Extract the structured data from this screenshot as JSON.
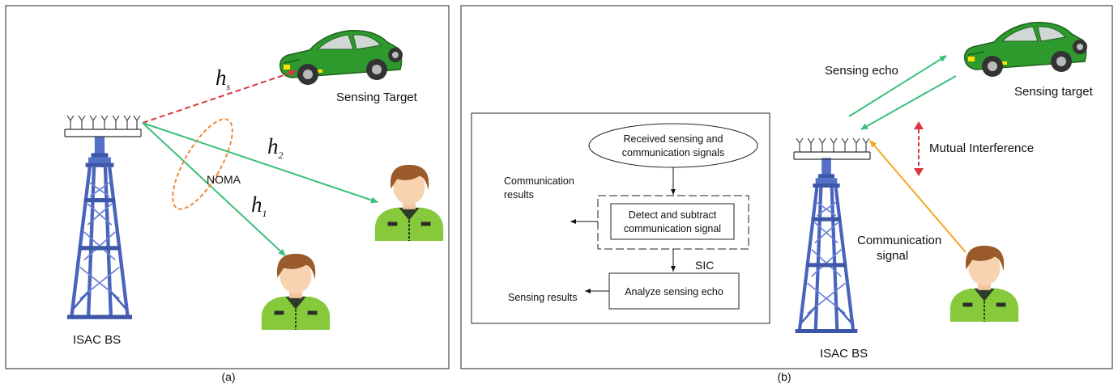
{
  "panel_a": {
    "caption": "(a)",
    "bs_label": "ISAC BS",
    "target_label": "Sensing Target",
    "noma_label": "NOMA",
    "h_s": {
      "main": "h",
      "sub": "s"
    },
    "h_2": {
      "main": "h",
      "sub": "2"
    },
    "h_1": {
      "main": "h",
      "sub": "1"
    }
  },
  "panel_b": {
    "caption": "(b)",
    "bs_label": "ISAC BS",
    "target_label": "Sensing target",
    "echo_label": "Sensing echo",
    "interference_label": "Mutual Interference",
    "comm_signal_label": [
      "Communication",
      "signal"
    ],
    "flow": {
      "received": [
        "Received sensing and",
        "communication signals"
      ],
      "comm_results": [
        "Communication",
        "results"
      ],
      "detect": [
        "Detect and subtract",
        "communication signal"
      ],
      "sic": "SIC",
      "sensing_results": "Sensing results",
      "analyze": "Analyze sensing echo"
    }
  },
  "colors": {
    "sensing": "#d9363e",
    "communication": "#3dbf7a",
    "uplink": "#f5a623",
    "noma": "#f08a3c",
    "tower": "#5470c6",
    "car": "#2e9a2e",
    "shirt": "#86c93a",
    "hair": "#9b5a2a"
  }
}
